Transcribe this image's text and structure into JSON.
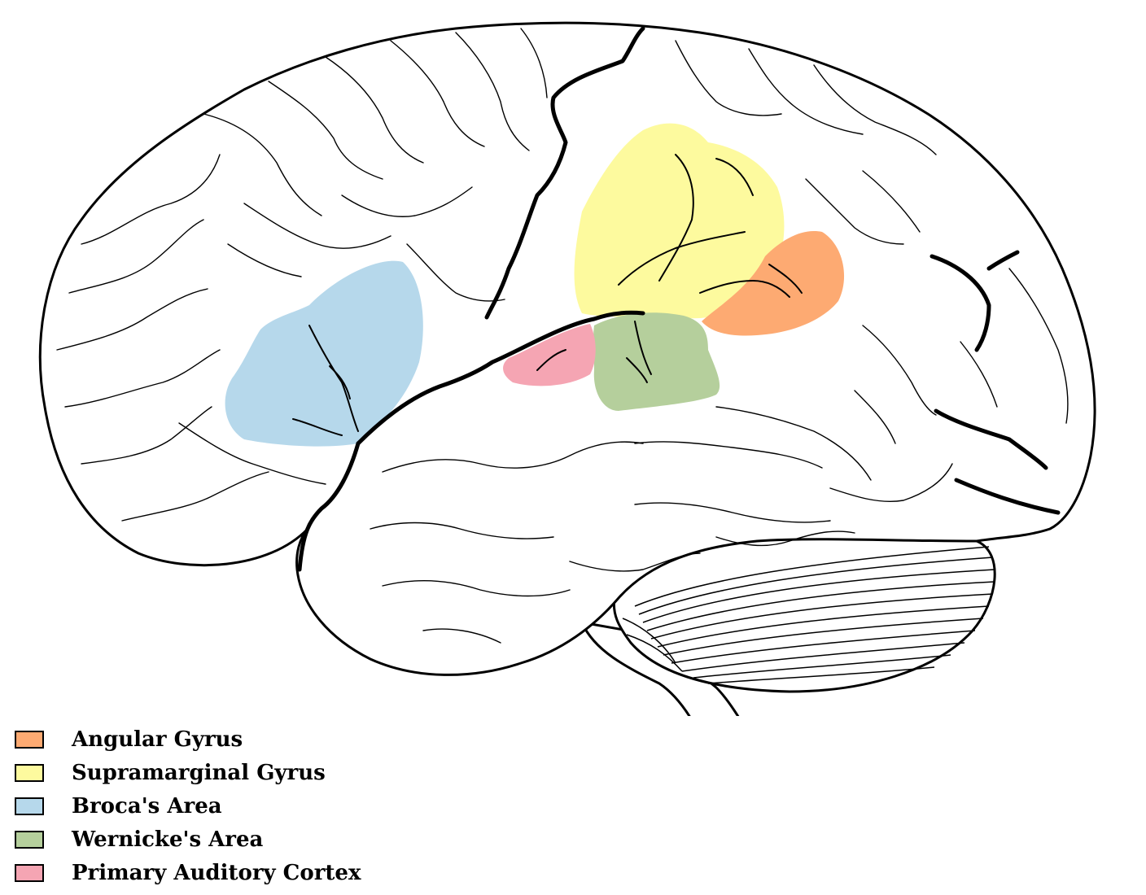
{
  "diagram": {
    "regions": [
      {
        "id": "angular-gyrus",
        "color": "#fdaa72"
      },
      {
        "id": "supramarginal-gyrus",
        "color": "#fdfa9e"
      },
      {
        "id": "brocas-area",
        "color": "#b6d8eb"
      },
      {
        "id": "wernickes-area",
        "color": "#b5cf9c"
      },
      {
        "id": "primary-auditory-cortex",
        "color": "#f5a5b3"
      }
    ]
  },
  "legend": {
    "items": [
      {
        "label": "Angular Gyrus",
        "color": "#fdaa72"
      },
      {
        "label": "Supramarginal Gyrus",
        "color": "#fdfa9e"
      },
      {
        "label": "Broca's Area",
        "color": "#b6d8eb"
      },
      {
        "label": "Wernicke's Area",
        "color": "#b5cf9c"
      },
      {
        "label": "Primary Auditory Cortex",
        "color": "#f5a5b3"
      }
    ]
  }
}
